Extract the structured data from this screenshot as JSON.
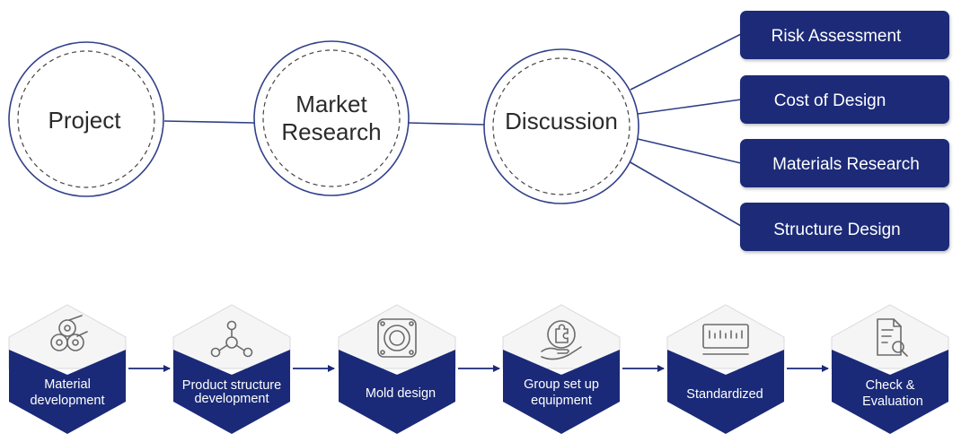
{
  "colors": {
    "navy": "#1a2a78",
    "line": "#2e3f86",
    "circle_stroke": "#33418a",
    "hex_top": "#f5f5f6",
    "icon": "#6b6b6b",
    "text_dark": "#2b2b2b"
  },
  "flow": {
    "stages": [
      {
        "lines": [
          "Project"
        ]
      },
      {
        "lines": [
          "Market",
          "Research"
        ]
      },
      {
        "lines": [
          "Discussion"
        ]
      }
    ],
    "topics": [
      {
        "label": "Risk Assessment"
      },
      {
        "label": "Cost of Design"
      },
      {
        "label": "Materials Research"
      },
      {
        "label": "Structure Design"
      }
    ]
  },
  "process": {
    "steps": [
      {
        "icon": "material-rolls-icon",
        "lines": [
          "Material",
          "development"
        ]
      },
      {
        "icon": "structure-nodes-icon",
        "lines": [
          "Product structure",
          "development"
        ]
      },
      {
        "icon": "speaker-mold-icon",
        "lines": [
          "Mold design"
        ]
      },
      {
        "icon": "puzzle-hand-icon",
        "lines": [
          "Group set up",
          "equipment"
        ]
      },
      {
        "icon": "ruler-icon",
        "lines": [
          "Standardized"
        ]
      },
      {
        "icon": "document-search-icon",
        "lines": [
          "Check &",
          "Evaluation"
        ]
      }
    ]
  }
}
